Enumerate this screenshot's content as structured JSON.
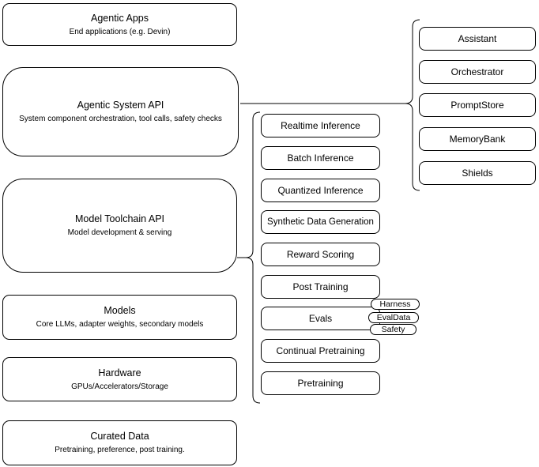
{
  "diagram": {
    "left_stack": [
      {
        "title": "Agentic Apps",
        "subtitle": "End applications (e.g. Devin)"
      },
      {
        "title": "Agentic System API",
        "subtitle": "System component orchestration, tool calls, safety checks"
      },
      {
        "title": "Model Toolchain API",
        "subtitle": "Model development & serving"
      },
      {
        "title": "Models",
        "subtitle": "Core LLMs, adapter weights, secondary models"
      },
      {
        "title": "Hardware",
        "subtitle": "GPUs/Accelerators/Storage"
      },
      {
        "title": "Curated Data",
        "subtitle": "Pretraining, preference, post training."
      }
    ],
    "toolchain_items": [
      {
        "label": "Realtime Inference"
      },
      {
        "label": "Batch Inference"
      },
      {
        "label": "Quantized Inference"
      },
      {
        "label": "Synthetic Data Generation"
      },
      {
        "label": "Reward Scoring"
      },
      {
        "label": "Post Training"
      },
      {
        "label": "Evals"
      },
      {
        "label": "Continual Pretraining"
      },
      {
        "label": "Pretraining"
      }
    ],
    "evals_tags": [
      {
        "label": "Harness"
      },
      {
        "label": "EvalData"
      },
      {
        "label": "Safety"
      }
    ],
    "system_components": [
      {
        "label": "Assistant"
      },
      {
        "label": "Orchestrator"
      },
      {
        "label": "PromptStore"
      },
      {
        "label": "MemoryBank"
      },
      {
        "label": "Shields"
      }
    ],
    "colors": {
      "stroke": "#000000",
      "fill": "#ffffff",
      "background": "#ffffff"
    }
  }
}
